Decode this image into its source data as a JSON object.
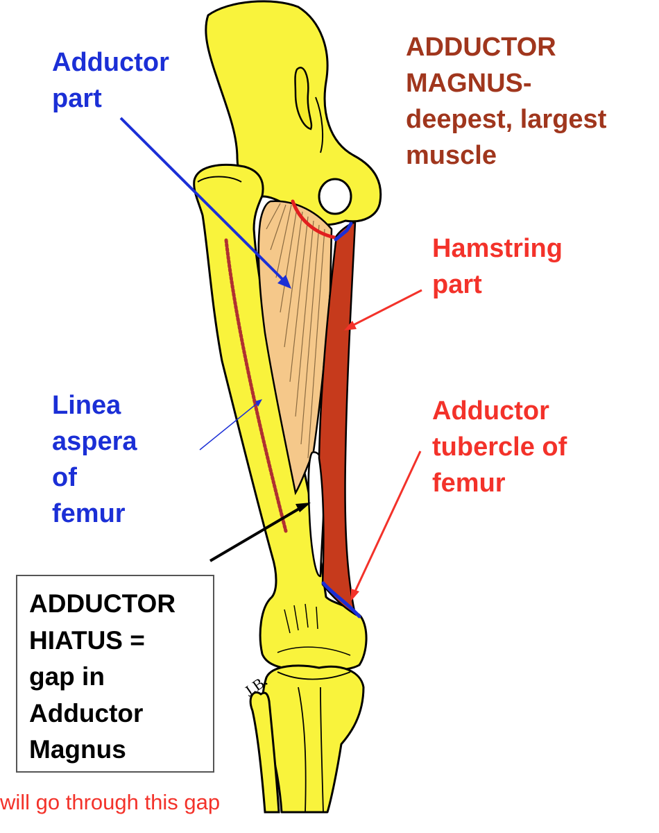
{
  "title_lines": [
    "ADDUCTOR",
    "MAGNUS-",
    "deepest, largest",
    "muscle"
  ],
  "labels": {
    "adductor_part": [
      "Adductor",
      "part"
    ],
    "hamstring_part": [
      "Hamstring",
      "part"
    ],
    "linea_aspera": [
      "Linea",
      "aspera",
      "of",
      "femur"
    ],
    "adductor_tubercle": [
      "Adductor",
      "tubercle of",
      "femur"
    ]
  },
  "hiatus_box": [
    "ADDUCTOR",
    "HIATUS =",
    "gap in",
    "Adductor",
    "Magnus"
  ],
  "footnote": "will go through this gap",
  "signature": "J.B.",
  "colors": {
    "bone": "#f9f33c",
    "hamstring_muscle": "#c63a1c",
    "adductor_muscle": "#f5c88a",
    "title": "#a0361d",
    "blue_label": "#1b2fd6",
    "red_label": "#f3322a"
  }
}
